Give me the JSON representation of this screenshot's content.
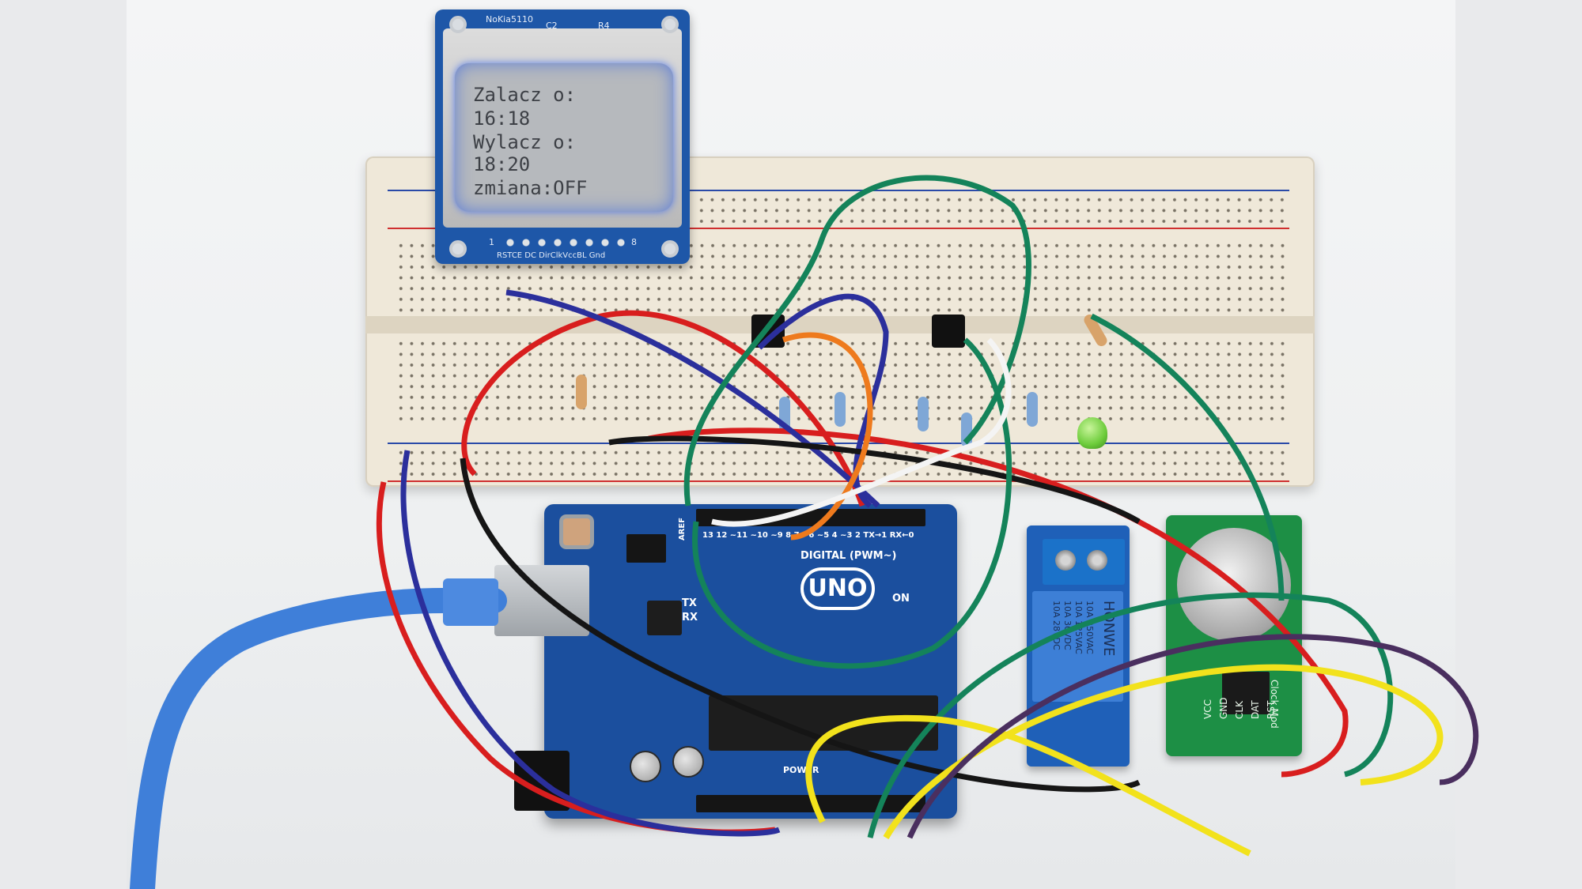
{
  "lcd": {
    "module_label": "NoKia5110",
    "parts_c2": "C2",
    "parts_r4": "R4",
    "pin_start": "1",
    "pin_end": "8",
    "pin_names": "RSTCE DC DirClkVccBL Gnd",
    "screen_lines": [
      "Zalacz o:",
      "16:18",
      "Wylacz o:",
      "18:20",
      "zmiana:OFF"
    ]
  },
  "arduino": {
    "logo": "UNO",
    "digital_label": "DIGITAL (PWM~)",
    "aref_label": "AREF",
    "power_label": "POWER",
    "on_label": "ON",
    "tx_label": "TX",
    "rx_label": "RX",
    "pin_numbers": "13  12  ~11  ~10  ~9  8   7  ~6  ~5  4  ~3  2  TX→1  RX←0"
  },
  "relay": {
    "brand": "HONWE",
    "rating_lines": [
      "10A 250VAC",
      "10A 125VAC",
      "10A 30VDC",
      "10A 28VDC"
    ]
  },
  "rtc": {
    "label": "Clock Mod",
    "pins": [
      "VCC",
      "GND",
      "CLK",
      "DAT",
      "RST"
    ]
  },
  "colors": {
    "lcd_pcb": "#1e57a8",
    "lcd_backlight": "#5a7ee8",
    "arduino_pcb": "#1b4f9e",
    "relay_pcb": "#1f60b8",
    "rtc_pcb": "#1d8f45",
    "breadboard": "#efe8d9",
    "wire_red": "#d81e1e",
    "wire_blue": "#2b2f9c",
    "wire_black": "#151515",
    "wire_green": "#14835a",
    "wire_yellow": "#f2e21c",
    "wire_purple": "#4a2f5f",
    "wire_orange": "#ee7a1d",
    "wire_white": "#f4f4f4",
    "usb_cable": "#3f7fd9",
    "led_green": "#6dcc3b"
  }
}
